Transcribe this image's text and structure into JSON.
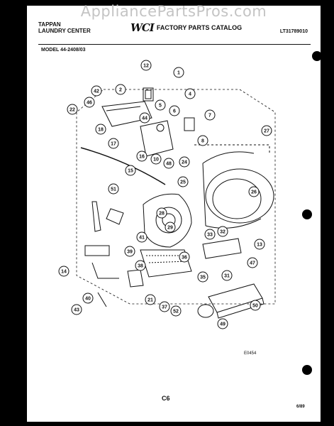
{
  "watermark": "AppliancePartsPros.com",
  "header": {
    "brand": "TAPPAN",
    "product": "LAUNDRY CENTER",
    "logo": "WCI",
    "catalog_title": "FACTORY PARTS CATALOG",
    "catalog_number": "LT31789010"
  },
  "model": "MODEL 44-2408/03",
  "callouts": [
    "1",
    "2",
    "4",
    "5",
    "6",
    "7",
    "8",
    "10",
    "12",
    "13",
    "14",
    "15",
    "16",
    "17",
    "18",
    "21",
    "22",
    "24",
    "25",
    "26",
    "27",
    "28",
    "29",
    "31",
    "32",
    "33",
    "35",
    "36",
    "37",
    "38",
    "39",
    "40",
    "41",
    "42",
    "43",
    "44",
    "46",
    "47",
    "48",
    "49",
    "50",
    "51",
    "52"
  ],
  "diagram_code": "E0454",
  "page_number": "C6",
  "date": "6/89"
}
